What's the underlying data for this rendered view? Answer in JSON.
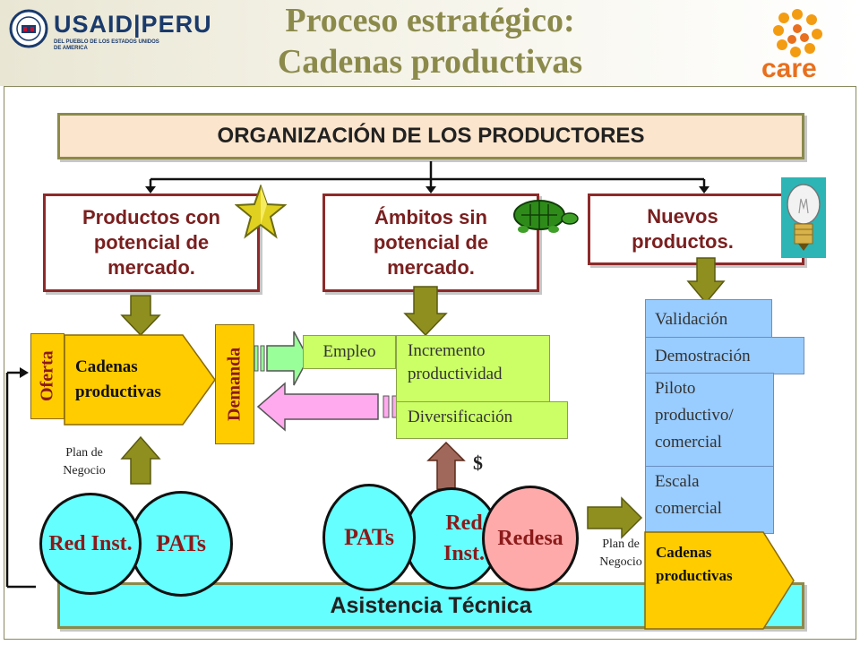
{
  "header": {
    "logo_left_text": "USAID|PERU",
    "logo_left_subtext": "DEL PUEBLO DE LOS ESTADOS UNIDOS DE AMERICA",
    "title_line1": "Proceso estratégico:",
    "title_line2": "Cadenas productivas",
    "logo_right_text": "care"
  },
  "org": {
    "title": "ORGANIZACIÓN DE LOS PRODUCTORES"
  },
  "categories": [
    {
      "label": "Productos con potencial de mercado.",
      "icon": "star-icon"
    },
    {
      "label": "Ámbitos sin potencial de mercado.",
      "icon": "turtle-icon"
    },
    {
      "label": "Nuevos productos.",
      "icon": "lightbulb-icon"
    }
  ],
  "left": {
    "oferta": "Oferta",
    "cadenas": "Cadenas productivas",
    "demanda": "Demanda",
    "plan": "Plan de Negocio",
    "red": "Red Inst.",
    "pats": "PATs"
  },
  "middle": {
    "empleo": "Empleo",
    "incremento": "Incremento productividad",
    "diversificacion": "Diversificación",
    "dollar": "$",
    "pats": "PATs",
    "red": "Red Inst.",
    "redesa": "Redesa"
  },
  "right": {
    "stages": [
      "Validación",
      "Demostración",
      "Piloto productivo/ comercial",
      "Escala comercial"
    ],
    "plan": "Plan de Negocio",
    "cadenas": "Cadenas productivas"
  },
  "bottom": {
    "asistencia": "Asistencia Técnica"
  },
  "colors": {
    "olive": "#8b8a4b",
    "dark_red": "#8e2a2a",
    "arrow_olive": "#8f8f1f",
    "gold": "#ffcc00",
    "light_green": "#ccff66",
    "light_blue": "#99ccff",
    "cyan": "#66ffff",
    "pink": "#ffaaaa",
    "asistencia_bg": "#66ffff"
  }
}
